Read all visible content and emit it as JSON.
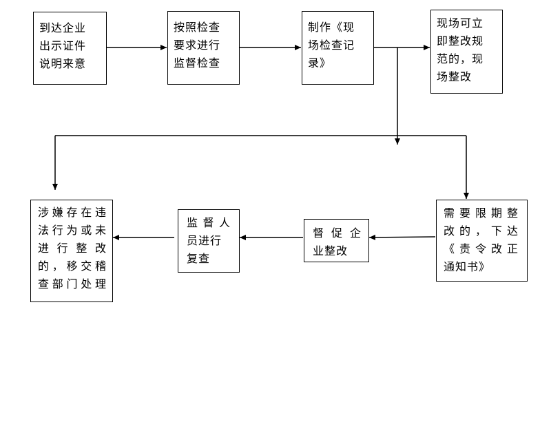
{
  "steps": {
    "arrive": {
      "lines": [
        "到达企业",
        "出示证件",
        "说明来意"
      ]
    },
    "inspect": {
      "lines": [
        "按照检查",
        "要求进行",
        "监督检查"
      ]
    },
    "record": {
      "lines": [
        "制作《现",
        "场检查记",
        "录》"
      ]
    },
    "immediate": {
      "lines": [
        "现场可立",
        "即整改规",
        "范的，现",
        "场整改"
      ]
    },
    "deadline": {
      "lines": [
        "需要限期整",
        "改的，下达",
        "《责令改正",
        "通知书》"
      ]
    },
    "urge": {
      "lines": [
        "督促企",
        "业整改"
      ]
    },
    "review": {
      "lines": [
        "监督人",
        "员进行",
        "复查"
      ]
    },
    "violation": {
      "lines": [
        "涉嫌存在违",
        "法行为或未",
        "进行整改",
        "的，移交稽",
        "查部门处理"
      ]
    }
  }
}
